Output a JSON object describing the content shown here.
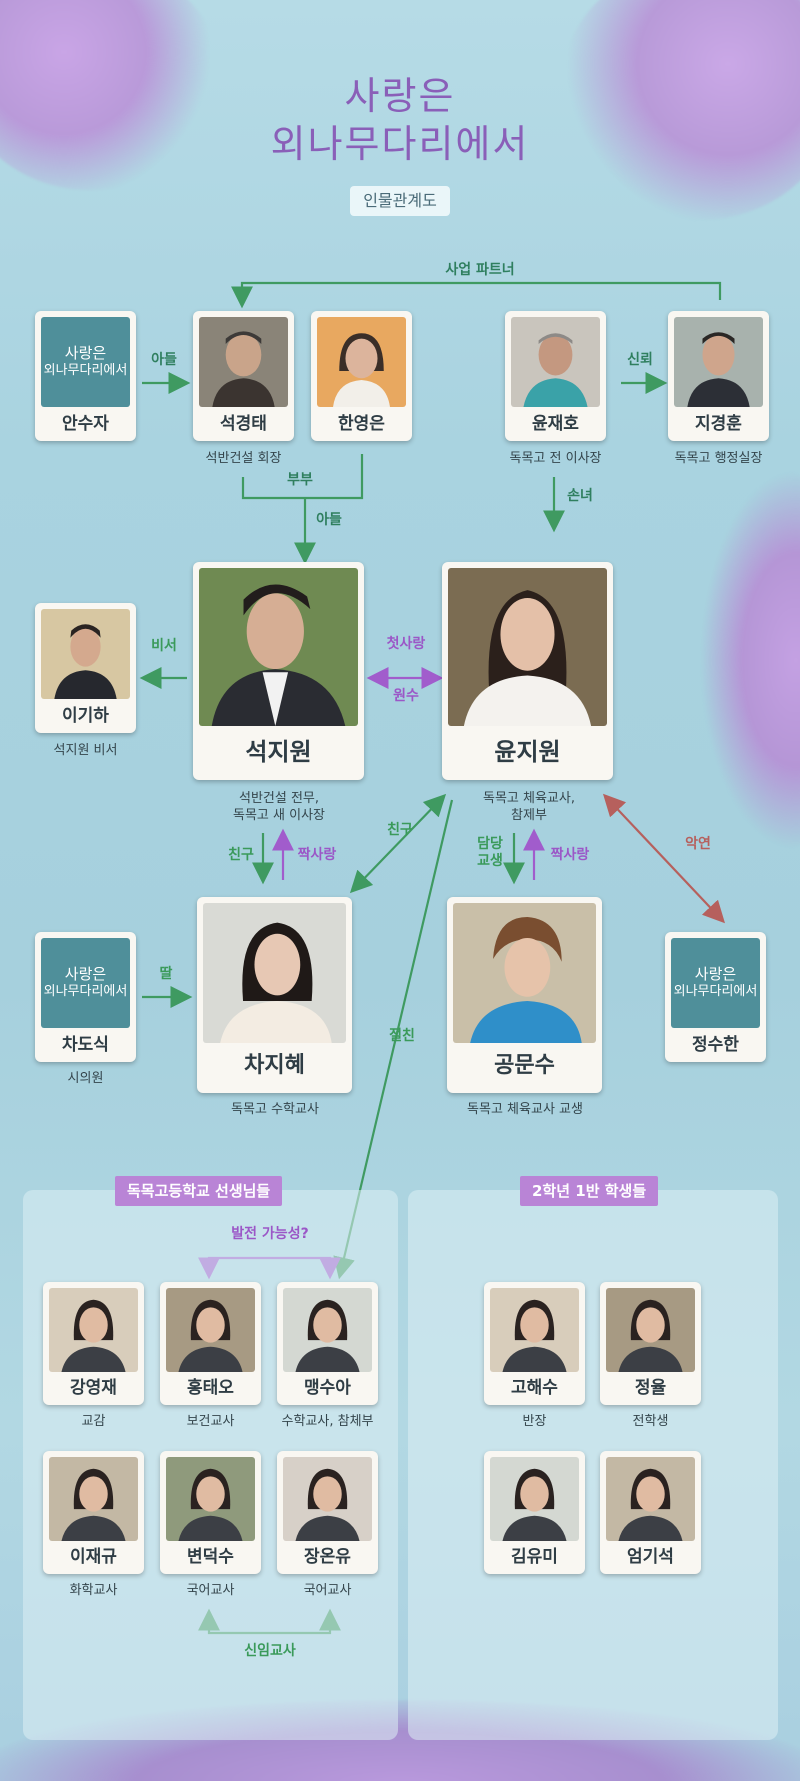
{
  "header": {
    "title_line1": "사랑은",
    "title_line2": "외나무다리에서",
    "subtitle": "인물관계도"
  },
  "logo_text": {
    "line1": "사랑은",
    "line2": "외나무다리에서"
  },
  "people": {
    "ansuja": {
      "name": "안수자"
    },
    "seokgyeongtae": {
      "name": "석경태",
      "role": "석반건설 회장"
    },
    "hanyeongeun": {
      "name": "한영은"
    },
    "yunjaeho": {
      "name": "윤재호",
      "role": "독목고 전 이사장"
    },
    "jigyeonghun": {
      "name": "지경훈",
      "role": "독목고 행정실장"
    },
    "igiha": {
      "name": "이기하",
      "role": "석지원 비서"
    },
    "seokjiwon": {
      "name": "석지원",
      "role1": "석반건설 전무,",
      "role2": "독목고 새 이사장"
    },
    "yunjiwon": {
      "name": "윤지원",
      "role1": "독목고 체육교사,",
      "role2": "참제부"
    },
    "chadosik": {
      "name": "차도식",
      "role": "시의원"
    },
    "chajihye": {
      "name": "차지혜",
      "role": "독목고 수학교사"
    },
    "gongmunsu": {
      "name": "공문수",
      "role": "독목고 체육교사 교생"
    },
    "jeongsuhan": {
      "name": "정수한"
    }
  },
  "relations": {
    "business_partner": "사업 파트너",
    "son_mother": "아들",
    "trust": "신뢰",
    "couple": "부부",
    "son": "아들",
    "granddaughter": "손녀",
    "secretary": "비서",
    "first_love": "첫사랑",
    "enemy": "원수",
    "friend1": "친구",
    "crush1": "짝사랑",
    "friend2": "친구",
    "in_charge1": "담당",
    "in_charge2": "교생",
    "crush2": "짝사랑",
    "bad_blood": "악연",
    "daughter": "딸",
    "best_friend": "절친"
  },
  "teachers": {
    "tag": "독목고등학교 선생님들",
    "possibility": "발전 가능성?",
    "newbies": "신임교사",
    "list": [
      {
        "name": "강영재",
        "role": "교감"
      },
      {
        "name": "홍태오",
        "role": "보건교사"
      },
      {
        "name": "맹수아",
        "role": "수학교사, 참체부"
      },
      {
        "name": "이재규",
        "role": "화학교사"
      },
      {
        "name": "변덕수",
        "role": "국어교사"
      },
      {
        "name": "장온유",
        "role": "국어교사"
      }
    ]
  },
  "students": {
    "tag": "2학년 1반 학생들",
    "list": [
      {
        "name": "고해수",
        "role": "반장"
      },
      {
        "name": "정율",
        "role": "전학생"
      },
      {
        "name": "김유미",
        "role": ""
      },
      {
        "name": "엄기석",
        "role": ""
      }
    ]
  },
  "colors": {
    "green_arrow": "#3f9a61",
    "purple_arrow": "#a15ccc",
    "red_arrow": "#b6605d",
    "title": "#8a5fb8",
    "tag_bg": "#b984d6"
  },
  "icons": {
    "logo": "flower-logo-icon"
  }
}
